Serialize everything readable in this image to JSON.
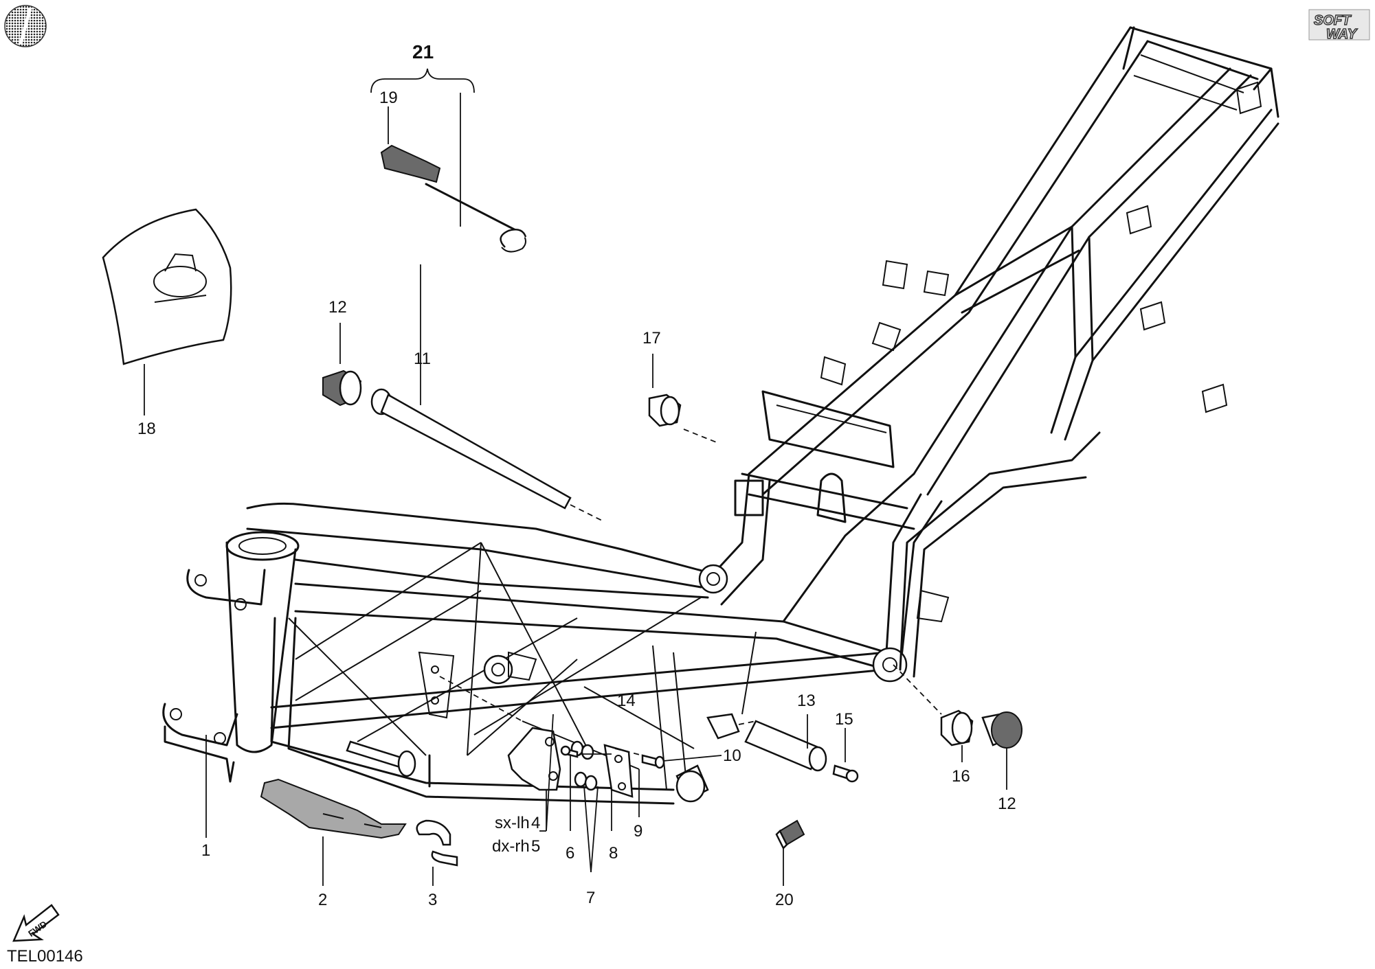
{
  "doc_code": "TEL00146",
  "brand": {
    "line1": "SOFT",
    "line2": "WAY"
  },
  "fwd_label": "FWD",
  "kit_label": "21",
  "side_labels": {
    "left": "sx-lh",
    "right": "dx-rh"
  },
  "callouts": {
    "c1": "1",
    "c2": "2",
    "c3": "3",
    "c4": "4",
    "c5": "5",
    "c6": "6",
    "c7": "7",
    "c8": "8",
    "c9": "9",
    "c10": "10",
    "c11": "11",
    "c12a": "12",
    "c12b": "12",
    "c13": "13",
    "c14": "14",
    "c15": "15",
    "c16": "16",
    "c17": "17",
    "c18": "18",
    "c19": "19",
    "c20": "20"
  },
  "icons": {
    "corner_logo": "round-hatched-logo-icon",
    "fwd_arrow": "fwd-arrow-icon"
  }
}
